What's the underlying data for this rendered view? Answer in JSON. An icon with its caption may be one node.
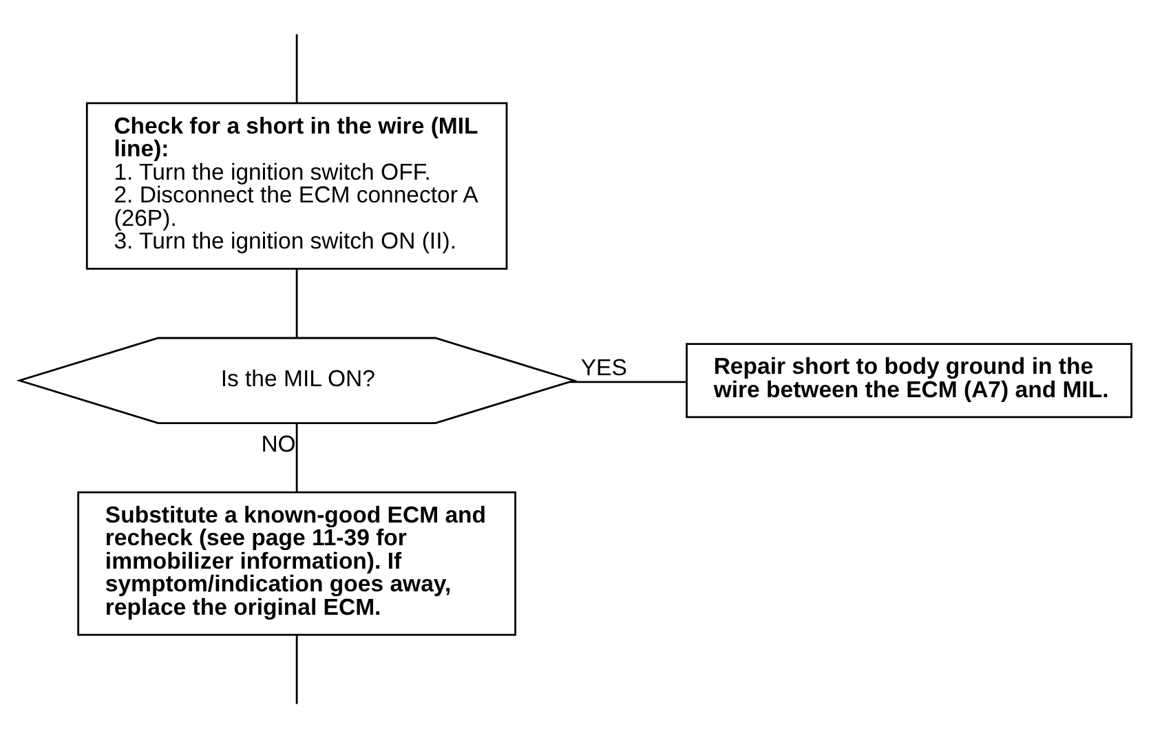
{
  "diagram": {
    "nodes": [
      {
        "text": [
          "Check for a short in the wire (MIL line):",
          "1. Turn the ignition switch OFF.",
          "2. Disconnect the ECM connector A (26P).",
          "3. Turn the ignition switch ON (II)."
        ]
      },
      {
        "text": [
          "Is the MIL ON?"
        ]
      },
      {
        "text": [
          "Repair short to body ground in the wire between the ECM (A7) and MIL."
        ]
      },
      {
        "text": [
          "Substitute a known-good ECM and recheck (see page 11-39 for immobilizer information). If symptom/indication goes away, replace the original ECM."
        ]
      }
    ],
    "edges": [
      {
        "from": null,
        "to": 0,
        "arrow": "none"
      },
      {
        "from": 0,
        "to": 1,
        "arrow": "none"
      },
      {
        "from": 1,
        "to": 2,
        "arrow": "none",
        "label": "YES"
      },
      {
        "from": 1,
        "to": 3,
        "arrow": "none",
        "label": "NO"
      },
      {
        "from": 3,
        "to": null,
        "arrow": "none"
      }
    ]
  }
}
